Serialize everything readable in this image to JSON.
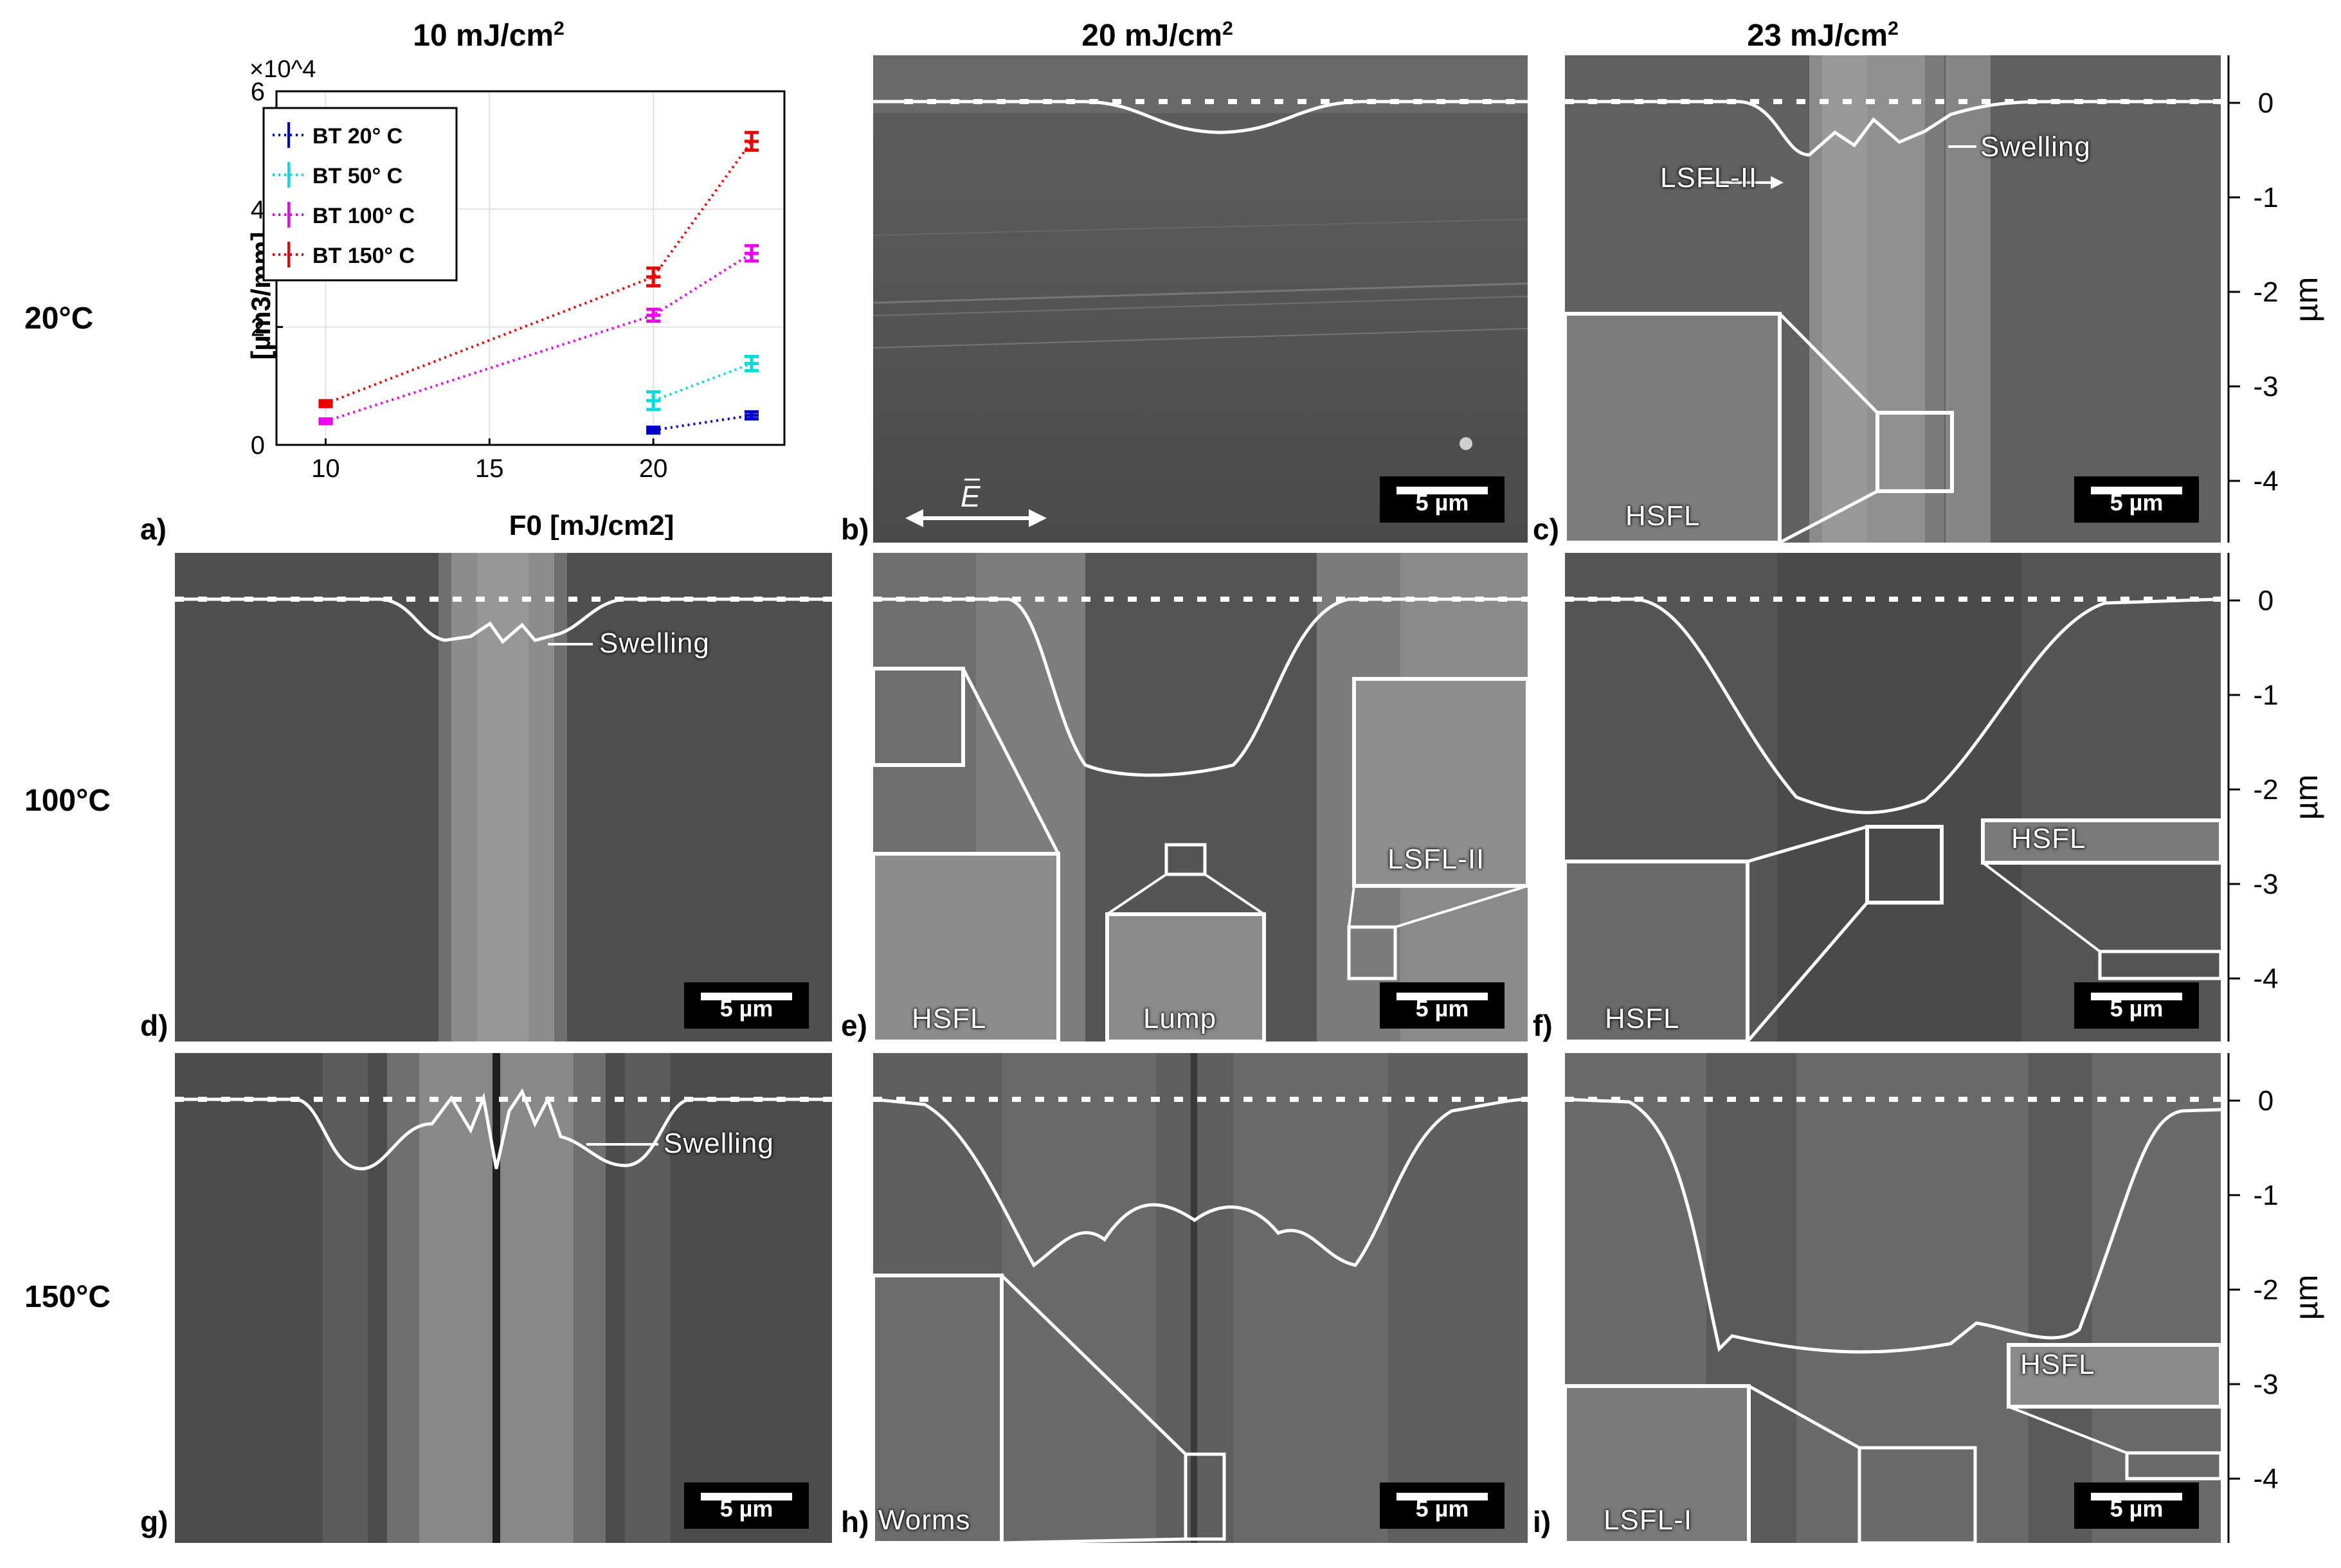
{
  "column_headers": {
    "col1": "10 mJ/cm",
    "col2": "20 mJ/cm",
    "col3": "23 mJ/cm",
    "sup": "2"
  },
  "row_headers": {
    "row1": "20°C",
    "row2": "100°C",
    "row3": "150°C"
  },
  "panel_labels": {
    "a": "a)",
    "b": "b)",
    "c": "c)",
    "d": "d)",
    "e": "e)",
    "f": "f)",
    "g": "g)",
    "h": "h)",
    "i": "i)"
  },
  "scale_bar_label": "5 µm",
  "depth_axis": {
    "label": "µm",
    "ticks": [
      "0",
      "-1",
      "-2",
      "-3",
      "-4"
    ]
  },
  "annotations": {
    "swelling": "Swelling",
    "lsfl_ii": "LSFL-II",
    "hsfl": "HSFL",
    "lump": "Lump",
    "worms": "Worms",
    "lsfl_i": "LSFL-I",
    "efield": "E"
  },
  "chart_data": {
    "type": "line",
    "xlabel": "F0 [mJ/cm2]",
    "ylabel": "[µm3/mm]",
    "multiplier": "×10^4",
    "xlim": [
      8.5,
      24
    ],
    "ylim": [
      0,
      60000
    ],
    "xticks": [
      "10",
      "15",
      "20"
    ],
    "yticks": [
      "0",
      "2",
      "4",
      "6"
    ],
    "grid": true,
    "legend_position": "top-left",
    "series": [
      {
        "name": "BT 20° C",
        "color": "#0000cc",
        "x": [
          20,
          23
        ],
        "y": [
          2500,
          5000
        ],
        "err": [
          500,
          600
        ]
      },
      {
        "name": "BT 50° C",
        "color": "#00dddd",
        "x": [
          20,
          23
        ],
        "y": [
          7500,
          13800
        ],
        "err": [
          1500,
          1200
        ]
      },
      {
        "name": "BT 100° C",
        "color": "#ee00ee",
        "x": [
          10,
          20,
          23
        ],
        "y": [
          4000,
          22000,
          32500
        ],
        "err": [
          400,
          1000,
          1300
        ]
      },
      {
        "name": "BT 150° C",
        "color": "#ee0000",
        "x": [
          10,
          20,
          23
        ],
        "y": [
          7000,
          28500,
          51500
        ],
        "err": [
          500,
          1500,
          1500
        ]
      }
    ]
  }
}
